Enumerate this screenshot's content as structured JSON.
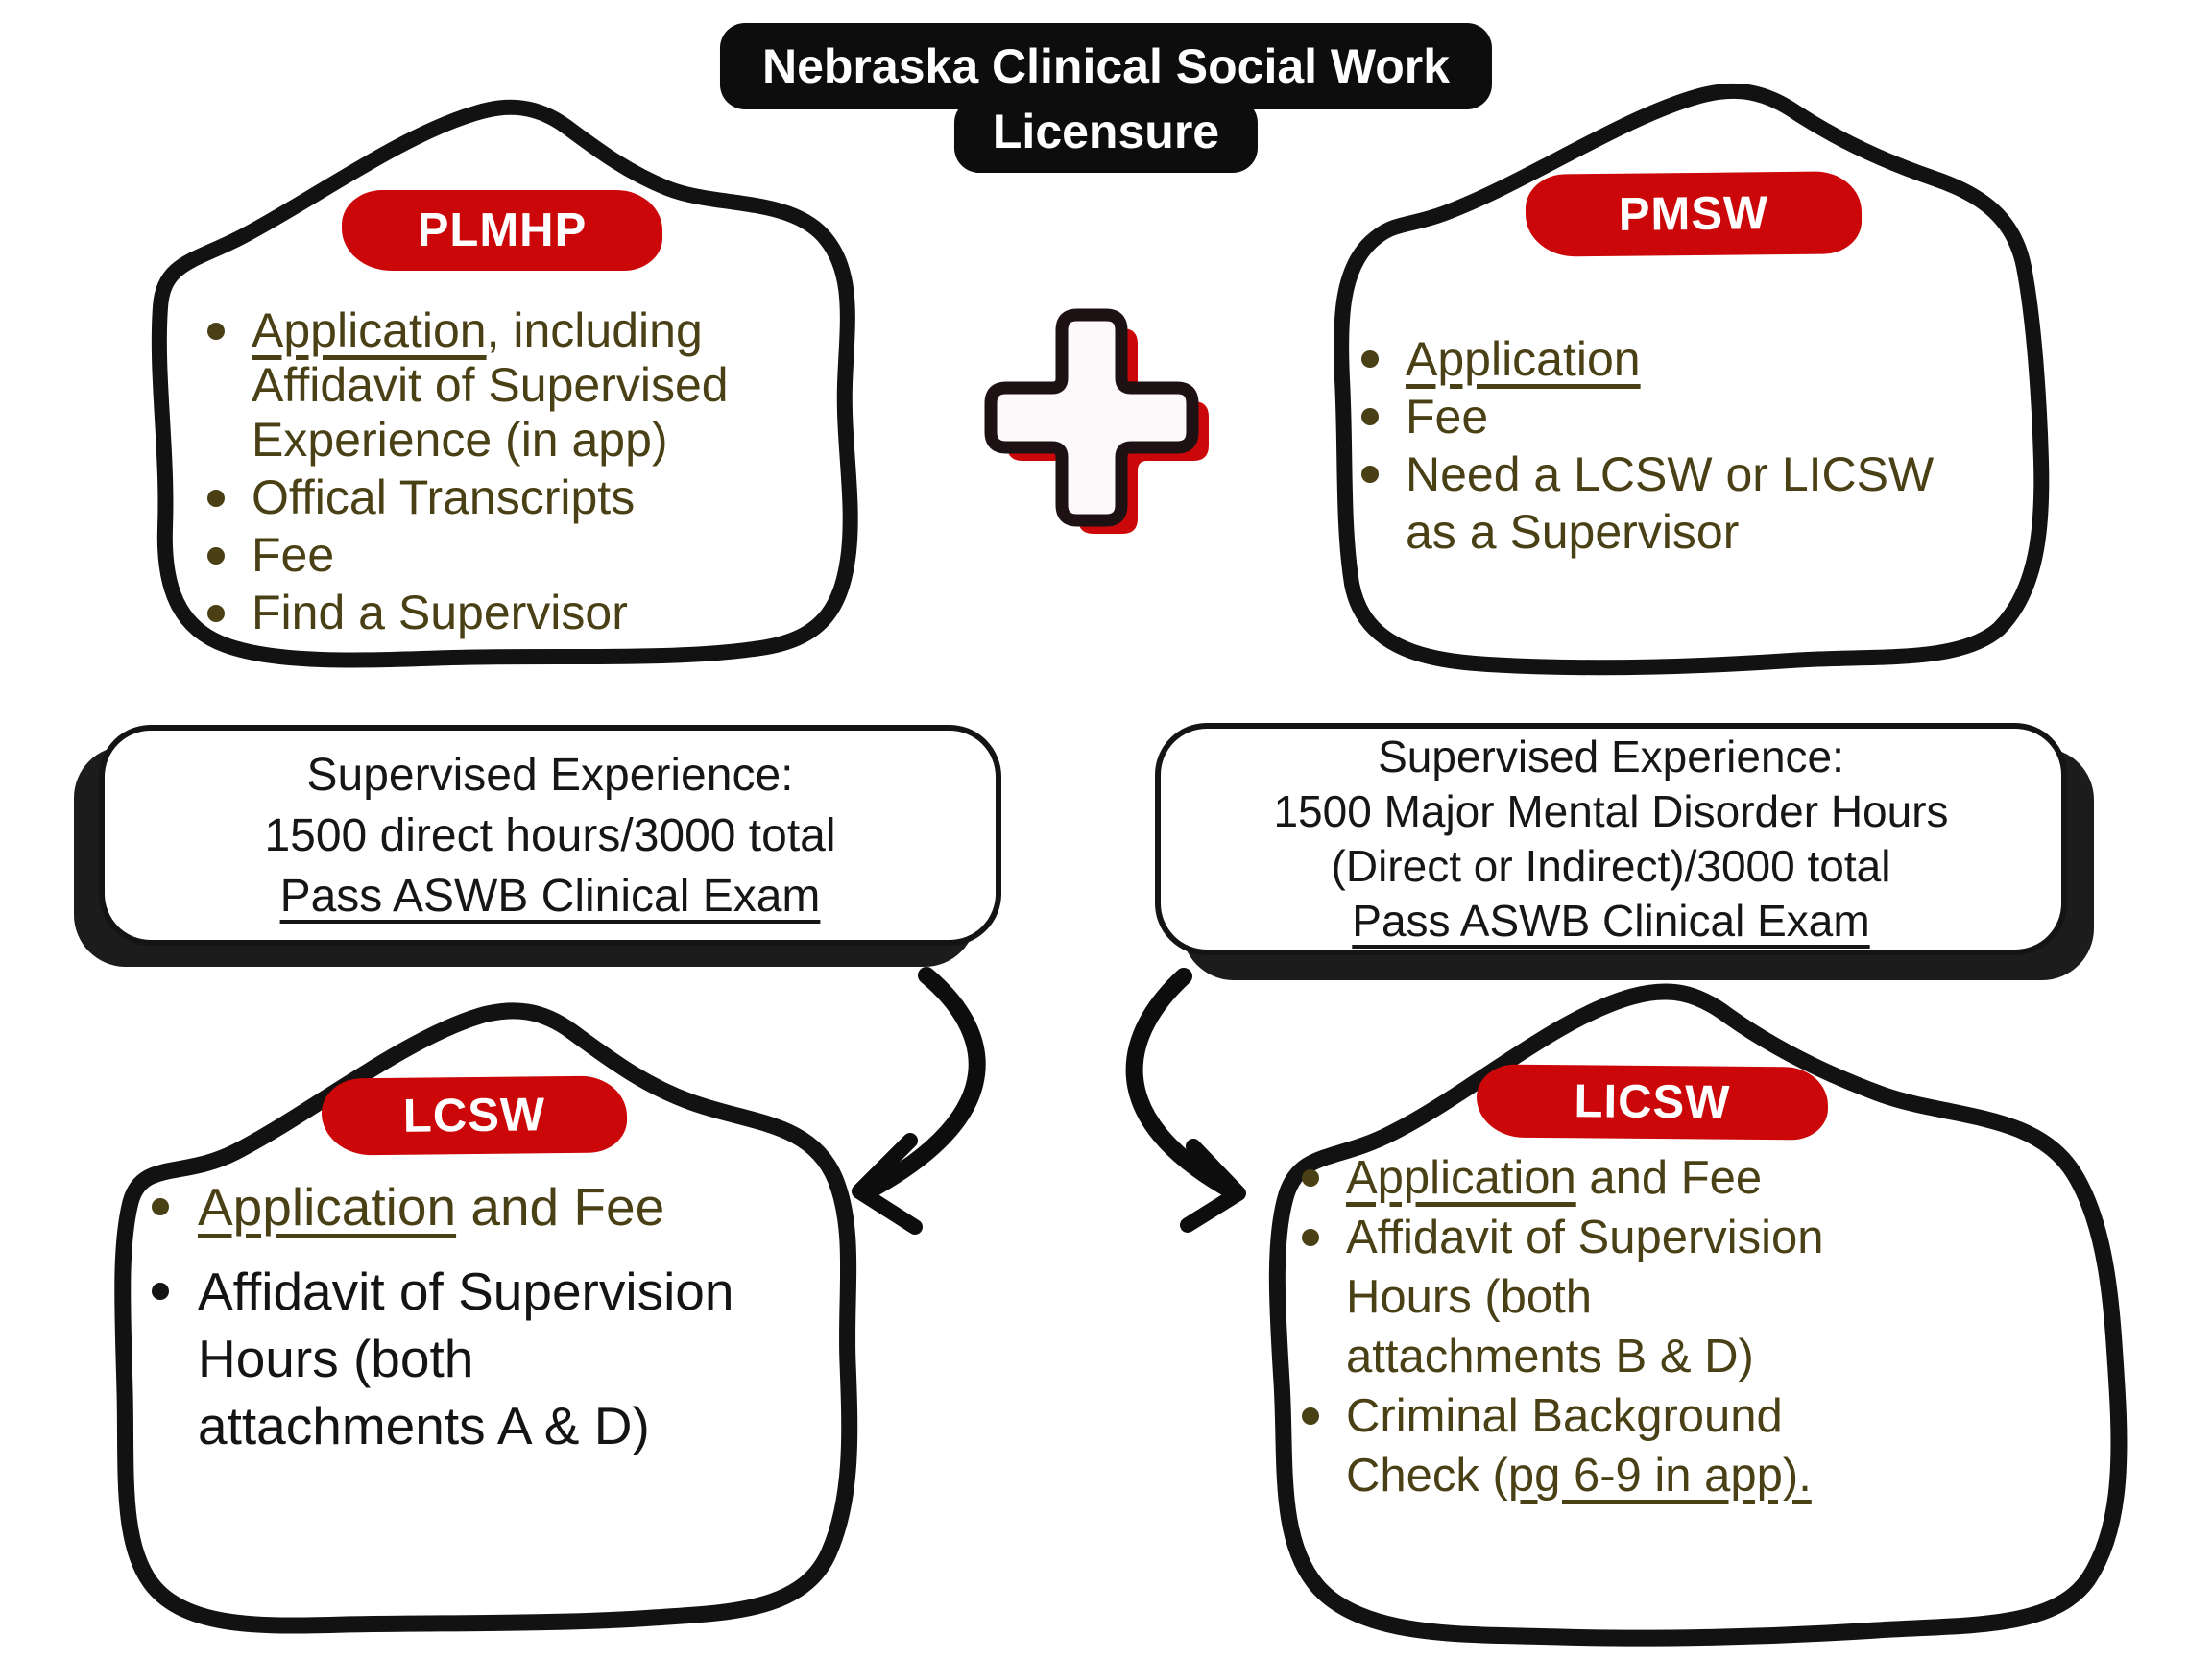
{
  "title": {
    "line1": "Nebraska Clinical Social Work",
    "line2": "Licensure"
  },
  "colors": {
    "badge_red": "#cb0709",
    "olive_text": "#4a4015",
    "ink": "#141414",
    "background": "#ffffff"
  },
  "icons": {
    "plus": "plus-icon",
    "arrow_left": "curved-arrow-left-icon",
    "arrow_right": "curved-arrow-right-icon",
    "bullet": "bullet-dot-icon"
  },
  "cards": {
    "plmhp": {
      "badge": "PLMHP",
      "item1_link": "Application",
      "item1_rest": ", including\nAffidavit of Supervised\nExperience (in app)",
      "item2": "Offical Transcripts",
      "item3": "Fee",
      "item4": "Find a Supervisor"
    },
    "pmsw": {
      "badge": "PMSW",
      "item1_link": "Application",
      "item1_rest": "",
      "item2": "Fee",
      "item3": "Need a LCSW or LICSW\nas a Supervisor"
    },
    "lcsw": {
      "badge": "LCSW",
      "item1_link": "Application",
      "item1_rest": " and Fee",
      "item2": "Affidavit of Supervision\nHours (both\nattachments A & D)"
    },
    "licsw": {
      "badge": "LICSW",
      "item1_link": "Application",
      "item1_rest": " and Fee",
      "item2": "Affidavit of Supervision\nHours (both\nattachments B & D)",
      "item3_pre": "Criminal Background\nCheck (",
      "item3_link": "pg 6-9 in app)."
    }
  },
  "requirements": {
    "left": {
      "line1": "Supervised Experience:",
      "line2": "1500 direct hours/3000 total",
      "line3": "Pass ASWB Clinical Exam"
    },
    "right": {
      "line1": "Supervised Experience:",
      "line2": "1500 Major Mental Disorder Hours",
      "line3": "(Direct or Indirect)/3000 total",
      "line4": "Pass ASWB Clinical Exam"
    }
  }
}
